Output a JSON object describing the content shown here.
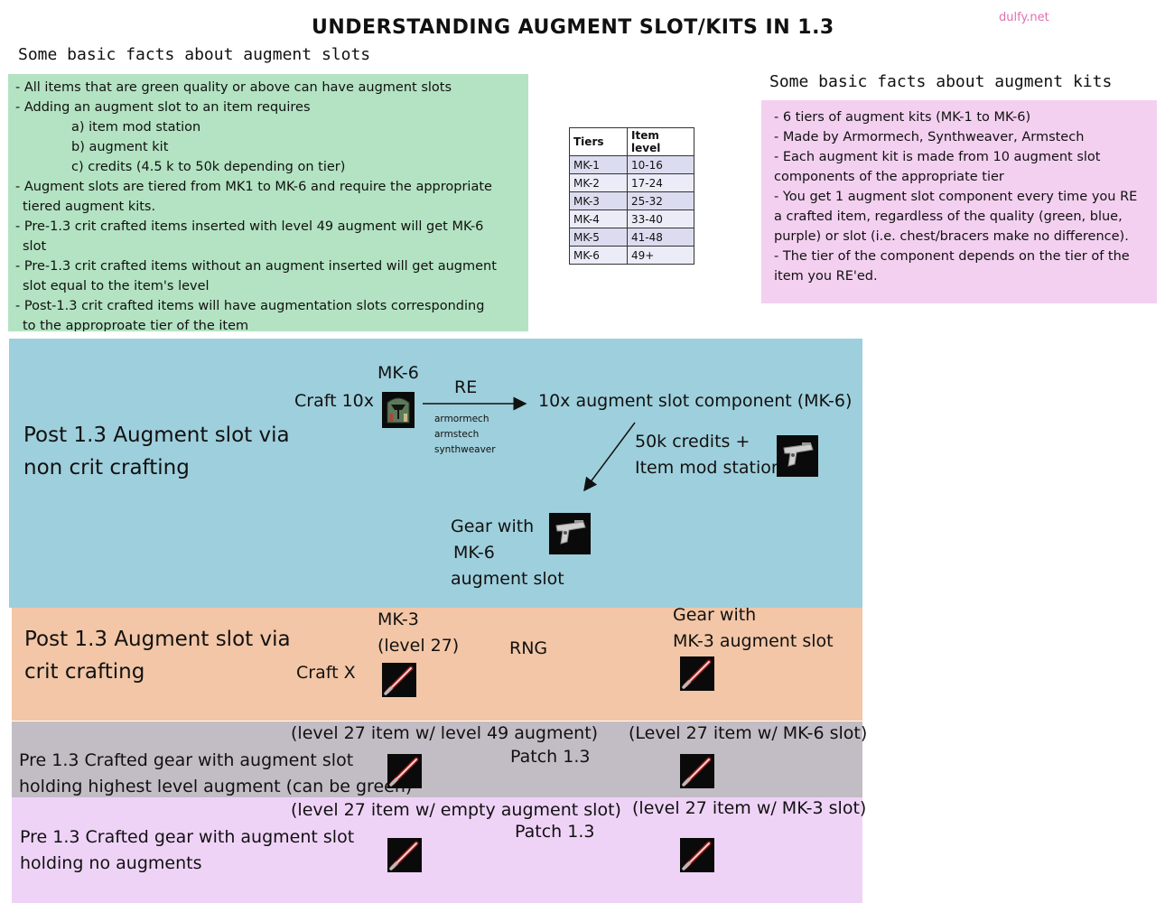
{
  "title": "UNDERSTANDING AUGMENT SLOT/KITS IN 1.3",
  "watermark": "dulfy.net",
  "slots_section": {
    "heading": "Some basic facts about augment slots",
    "lines": [
      "- All items that are green quality or above can have augment slots",
      "- Adding an augment slot to an item requires",
      "a) item mod station",
      "b) augment kit",
      "c) credits (4.5 k to 50k depending on tier)",
      "- Augment slots are tiered from MK1 to MK-6 and require the appropriate",
      "tiered augment kits.",
      "- Pre-1.3 crit crafted items inserted with level 49 augment will get MK-6",
      "slot",
      "- Pre-1.3 crit crafted items without an augment inserted will get augment",
      "slot equal to the item's level",
      "- Post-1.3 crit crafted items will have augmentation slots corresponding",
      "to the approproate tier of the item"
    ]
  },
  "kits_section": {
    "heading": "Some basic facts about augment kits",
    "lines": [
      "- 6 tiers of augment kits (MK-1 to MK-6)",
      "- Made by Armormech, Synthweaver, Armstech",
      "- Each augment kit is made from 10 augment slot components of the appropriate tier",
      "- You get 1 augment slot component every time you RE a crafted item, regardless of the quality (green, blue, purple) or slot (i.e. chest/bracers make no difference).",
      "- The tier of the component depends on the tier of the item you RE'ed."
    ]
  },
  "tier_table": {
    "headers": [
      "Tiers",
      "Item level"
    ],
    "rows": [
      [
        "MK-1",
        "10-16"
      ],
      [
        "MK-2",
        "17-24"
      ],
      [
        "MK-3",
        "25-32"
      ],
      [
        "MK-4",
        "33-40"
      ],
      [
        "MK-5",
        "41-48"
      ],
      [
        "MK-6",
        "49+"
      ]
    ]
  },
  "noncrit_panel": {
    "label_line1": "Post 1.3 Augment slot via",
    "label_line2": "non crit crafting",
    "mk6": "MK-6",
    "craft10x": "Craft 10x",
    "re": "RE",
    "crafters": [
      "armormech",
      "armstech",
      "synthweaver"
    ],
    "component": "10x augment slot component (MK-6)",
    "credits": "50k credits +",
    "station": "Item mod station +",
    "result_line1": "Gear with",
    "result_line2": "MK-6",
    "result_line3": "augment slot"
  },
  "crit_panel": {
    "label_line1": "Post 1.3 Augment slot via",
    "label_line2": "crit crafting",
    "mk3": "MK-3",
    "level": "(level 27)",
    "craftx": "Craft X",
    "rng": "RNG",
    "result_line1": "Gear with",
    "result_line2": "MK-3 augment slot"
  },
  "pre_aug_panel": {
    "label_line1": "Pre 1.3 Crafted gear with augment slot",
    "label_line2": "holding highest level augment (can be green)",
    "left_caption": "(level 27 item w/ level 49 augment)",
    "right_caption": "(Level 27 item w/ MK-6 slot)",
    "arrow_label": "Patch 1.3"
  },
  "pre_none_panel": {
    "label_line1": "Pre 1.3 Crafted gear with augment slot",
    "label_line2": "holding no augments",
    "left_caption": "(level 27 item w/ empty augment slot)",
    "right_caption": "(level 27 item w/ MK-3 slot)",
    "arrow_label": "Patch 1.3"
  },
  "colors": {
    "slots_box": "#b3e3c2",
    "kits_box": "#f3d0f0",
    "noncrit_panel": "#9ecfdc",
    "crit_panel": "#f2c6a6",
    "pre_aug_panel": "#c2bcc4",
    "pre_none_panel": "#efd3f7"
  },
  "icons": [
    "helmet-icon",
    "blaster-icon",
    "lightsaber-icon"
  ]
}
